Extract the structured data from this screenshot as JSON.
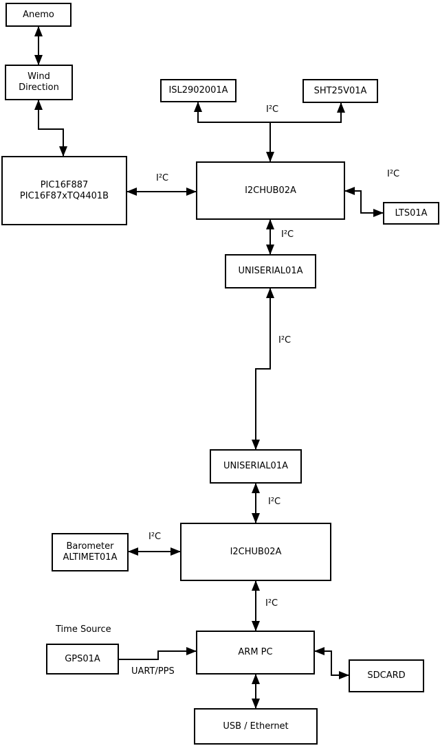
{
  "diagram_title": "",
  "nodes": {
    "anemo": {
      "lines": [
        "Anemo"
      ]
    },
    "wind_direction": {
      "lines": [
        "Wind",
        "Direction"
      ]
    },
    "pic": {
      "lines": [
        "PIC16F887",
        "PIC16F87xTQ4401B"
      ]
    },
    "isl": {
      "lines": [
        "ISL2902001A"
      ]
    },
    "sht": {
      "lines": [
        "SHT25V01A"
      ]
    },
    "hub1": {
      "lines": [
        "I2CHUB02A"
      ]
    },
    "lts": {
      "lines": [
        "LTS01A"
      ]
    },
    "uniserial1": {
      "lines": [
        "UNISERIAL01A"
      ]
    },
    "uniserial2": {
      "lines": [
        "UNISERIAL01A"
      ]
    },
    "hub2": {
      "lines": [
        "I2CHUB02A"
      ]
    },
    "barometer": {
      "lines": [
        "Barometer",
        "ALTIMET01A"
      ]
    },
    "gps": {
      "lines": [
        "GPS01A"
      ]
    },
    "arm_pc": {
      "lines": [
        "ARM PC"
      ]
    },
    "sdcard": {
      "lines": [
        "SDCARD"
      ]
    },
    "usb_ethernet": {
      "lines": [
        "USB / Ethernet"
      ]
    }
  },
  "edge_labels": {
    "i2c": "I²C",
    "uart_pps": "UART/PPS",
    "time_source": "Time Source"
  },
  "colors": {
    "line": "#000000",
    "box_border": "#000000",
    "box_fill": "#ffffff",
    "background": "#ffffff",
    "text": "#000000"
  }
}
